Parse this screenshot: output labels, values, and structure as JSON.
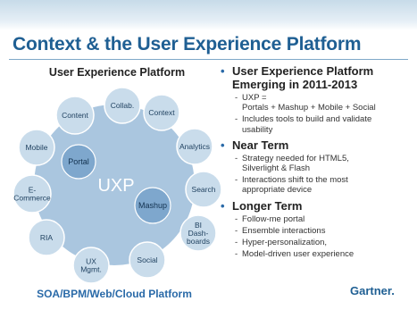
{
  "title": "Context & the User Experience Platform",
  "diagram": {
    "title": "User Experience Platform",
    "center_label": "UXP",
    "bottom_label": "SOA/BPM/Web/Cloud Platform",
    "outer_nodes": [
      {
        "label": "Collab.",
        "lines": [
          "Collab."
        ]
      },
      {
        "label": "Context",
        "lines": [
          "Context"
        ]
      },
      {
        "label": "Analytics",
        "lines": [
          "Analytics"
        ]
      },
      {
        "label": "Search",
        "lines": [
          "Search"
        ]
      },
      {
        "label": "BI Dash-boards",
        "lines": [
          "BI",
          "Dash-",
          "boards"
        ]
      },
      {
        "label": "Social",
        "lines": [
          "Social"
        ]
      },
      {
        "label": "UX Mgmt.",
        "lines": [
          "UX",
          "Mgmt."
        ]
      },
      {
        "label": "RIA",
        "lines": [
          "RIA"
        ]
      },
      {
        "label": "E-Commerce",
        "lines": [
          "E-",
          "Commerce"
        ]
      },
      {
        "label": "Mobile",
        "lines": [
          "Mobile"
        ]
      },
      {
        "label": "Content",
        "lines": [
          "Content"
        ]
      }
    ],
    "inner_nodes": [
      {
        "label": "Portal"
      },
      {
        "label": "Mashup"
      }
    ],
    "colors": {
      "outer": "#c9dceb",
      "inner": "#7ea7cd",
      "center": "#aac6df"
    }
  },
  "sections": [
    {
      "heading_lines": [
        "User Experience Platform",
        "Emerging in 2011-2013"
      ],
      "items": [
        {
          "lines": [
            "UXP =",
            "Portals + Mashup + Mobile + Social"
          ]
        },
        {
          "lines": [
            "Includes tools to build and validate",
            "usability"
          ]
        }
      ]
    },
    {
      "heading_lines": [
        "Near Term"
      ],
      "items": [
        {
          "lines": [
            "Strategy needed for HTML5,",
            "Silverlight & Flash"
          ]
        },
        {
          "lines": [
            "Interactions shift to the most",
            "appropriate device"
          ]
        }
      ]
    },
    {
      "heading_lines": [
        "Longer Term"
      ],
      "items": [
        {
          "lines": [
            "Follow-me portal"
          ]
        },
        {
          "lines": [
            "Ensemble interactions"
          ]
        },
        {
          "lines": [
            "Hyper-personalization,"
          ]
        },
        {
          "lines": [
            "Model-driven user experience"
          ]
        }
      ]
    }
  ],
  "logo": "Gartner."
}
